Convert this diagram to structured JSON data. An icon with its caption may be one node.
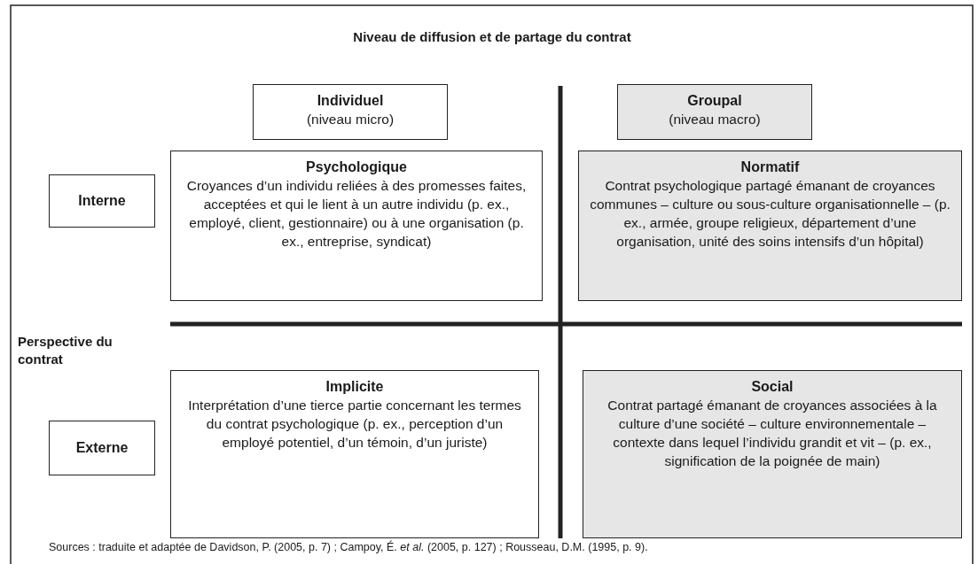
{
  "diagram": {
    "title": "Niveau de diffusion et de partage du contrat",
    "nodes": [
      {
        "text": [
          "Individuel",
          "(niveau micro)"
        ]
      },
      {
        "text": [
          "Groupal",
          "(niveau macro)"
        ]
      },
      {
        "text": [
          "Interne"
        ]
      },
      {
        "text": [
          "Psychologique",
          "Croyances d’un individu reliées à des promesses faites, acceptées et qui le lient à un autre individu (p. ex., employé, client, gestionnaire) ou à une organisation (p. ex., entreprise, syndicat)"
        ]
      },
      {
        "text": [
          "Normatif",
          "Contrat psychologique partagé émanant de croyances communes – culture ou sous-culture organisationnelle – (p. ex., armée, groupe religieux, département d’une organisation, unité des soins intensifs d’un hôpital)"
        ]
      },
      {
        "text": [
          "Externe"
        ]
      },
      {
        "text": [
          "Implicite",
          "Interprétation d’une tierce partie concernant les termes du contrat psychologique (p. ex., perception d’un employé potentiel, d’un témoin, d’un juriste)"
        ]
      },
      {
        "text": [
          "Social",
          "Contrat partagé émanant de croyances associées à la culture d’une société – culture environnementale – contexte dans lequel l’individu grandit et vit – (p. ex., signification de la poignée de main)"
        ]
      }
    ],
    "labels": [
      "Perspective du contrat"
    ],
    "caption": "Sources : traduite et adaptée de Davidson, P. (2005, p. 7) ; Campoy, É. *et al.* (2005, p. 127) ; Rousseau, D.M. (1995, p. 9)."
  }
}
